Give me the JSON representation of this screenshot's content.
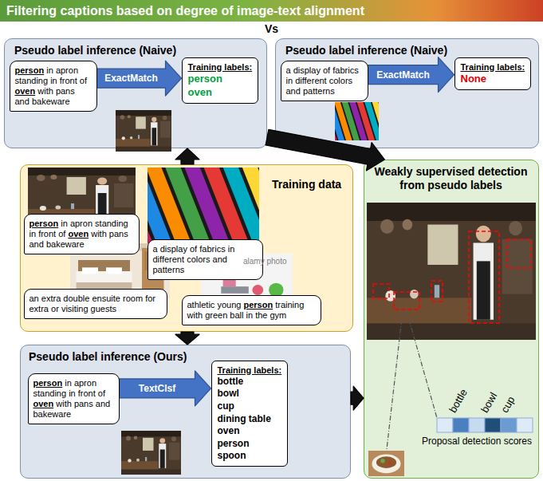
{
  "diagram": {
    "title": "Filtering captions based on degree of image-text alignment",
    "nodes": [
      {
        "text": [
          "Pseudo label inference (Naive)"
        ]
      },
      {
        "text": [
          "person in apron standing in front of oven with pans and bakeware"
        ],
        "in": 0
      },
      {
        "text": [
          "Training labels:",
          "person",
          "oven"
        ],
        "in": 0
      },
      {
        "text": [
          "Pseudo label inference (Naive)"
        ]
      },
      {
        "text": [
          "a display of fabrics in different colors and patterns"
        ],
        "in": 3
      },
      {
        "text": [
          "Training labels:",
          "None"
        ],
        "in": 3
      },
      {
        "text": [
          "Training data"
        ]
      },
      {
        "text": [
          "person in apron standing in front of oven with pans and bakeware"
        ],
        "in": 6
      },
      {
        "text": [
          "a display of fabrics in different colors and patterns"
        ],
        "in": 6
      },
      {
        "text": [
          "an extra double ensuite room for extra or visiting guests"
        ],
        "in": 6
      },
      {
        "text": [
          "athletic young person training with green ball in the gym"
        ],
        "in": 6
      },
      {
        "text": [
          "Pseudo label inference (Ours)"
        ]
      },
      {
        "text": [
          "person in apron standing in front of oven with pans and bakeware"
        ],
        "in": 11
      },
      {
        "text": [
          "Training labels:",
          "bottle",
          "bowl",
          "cup",
          "dining table",
          "oven",
          "person",
          "spoon"
        ],
        "in": 11
      },
      {
        "text": [
          "Weakly supervised detection from pseudo labels"
        ]
      }
    ],
    "edges": [
      {
        "from": 1,
        "to": 2,
        "label": "ExactMatch",
        "arrow": "to"
      },
      {
        "from": 4,
        "to": 5,
        "label": "ExactMatch",
        "arrow": "to"
      },
      {
        "from": 12,
        "to": 13,
        "label": "TextClsf",
        "arrow": "to"
      },
      {
        "from": 6,
        "to": 0,
        "arrow": "to"
      },
      {
        "from": 6,
        "to": 11,
        "arrow": "to"
      },
      {
        "from": 0,
        "to": 14,
        "arrow": "to"
      },
      {
        "from": 11,
        "to": 14,
        "arrow": "to"
      }
    ],
    "labels": [
      "Vs",
      "alamy photo",
      "bottle",
      "bowl",
      "cup",
      "Proposal detection scores"
    ]
  }
}
